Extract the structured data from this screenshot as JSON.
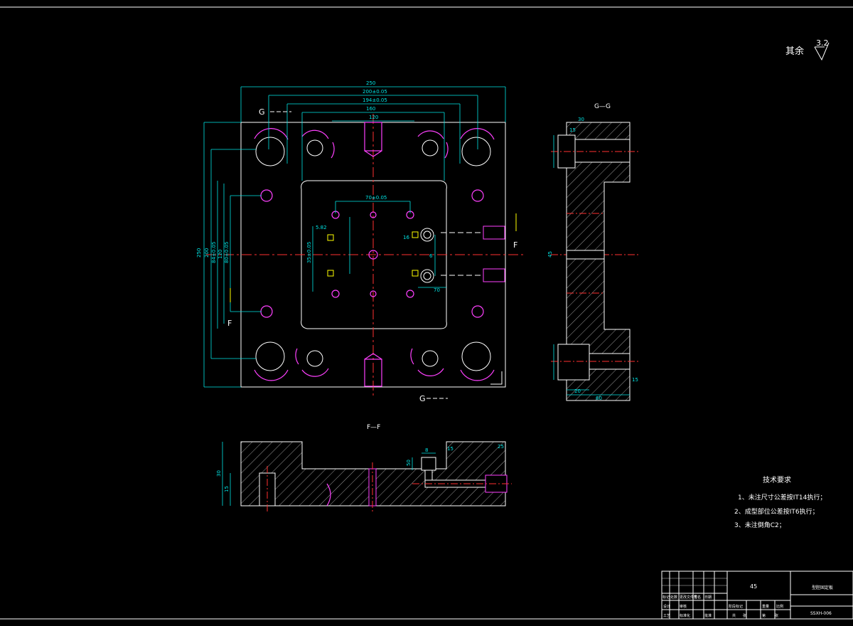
{
  "colors": {
    "background": "#000000",
    "outline": "#ffffff",
    "dimension": "#00e5e5",
    "center": "#ff3030",
    "hole": "#ff40ff",
    "yellow": "#ffff00",
    "hatch": "#ffffff"
  },
  "roughness": {
    "prefix": "其余",
    "value": "3.2"
  },
  "views": {
    "main": {
      "section_labels": [
        "G",
        "G",
        "F",
        "F"
      ],
      "dims_top": [
        "250",
        "200±0.05",
        "194±0.05",
        "160",
        "120"
      ],
      "dims_inner": [
        "70±0.05",
        "5.82",
        "6",
        "16",
        "70"
      ],
      "dims_left": [
        "250",
        "200",
        "84±0.05",
        "120",
        "80±0.05",
        "35±0.05"
      ]
    },
    "section_g": {
      "title": "G—G",
      "dims": [
        "30",
        "15",
        "45",
        "20",
        "60",
        "15"
      ]
    },
    "section_f": {
      "title": "F—F",
      "dims": [
        "30",
        "15",
        "15",
        "8",
        "25",
        "50"
      ]
    }
  },
  "tech_requirements": {
    "title": "技术要求",
    "items": [
      "1、未注尺寸公差按IT14执行；",
      "2、成型部位公差按IT6执行；",
      "3、未注倒角C2；"
    ]
  },
  "title_block": {
    "material": "45",
    "part_name": "型腔固定板",
    "drawing_no": "SSXH-006",
    "row_labels": [
      "标记",
      "处数",
      "更改文件号",
      "签名",
      "日期"
    ],
    "sign_labels": [
      "设计",
      "审核",
      "工艺",
      "标准化",
      "批准"
    ],
    "stage_labels": [
      "阶段标记",
      "重量",
      "比例"
    ],
    "sheet_labels": [
      "共",
      "张",
      "第",
      "张"
    ]
  }
}
